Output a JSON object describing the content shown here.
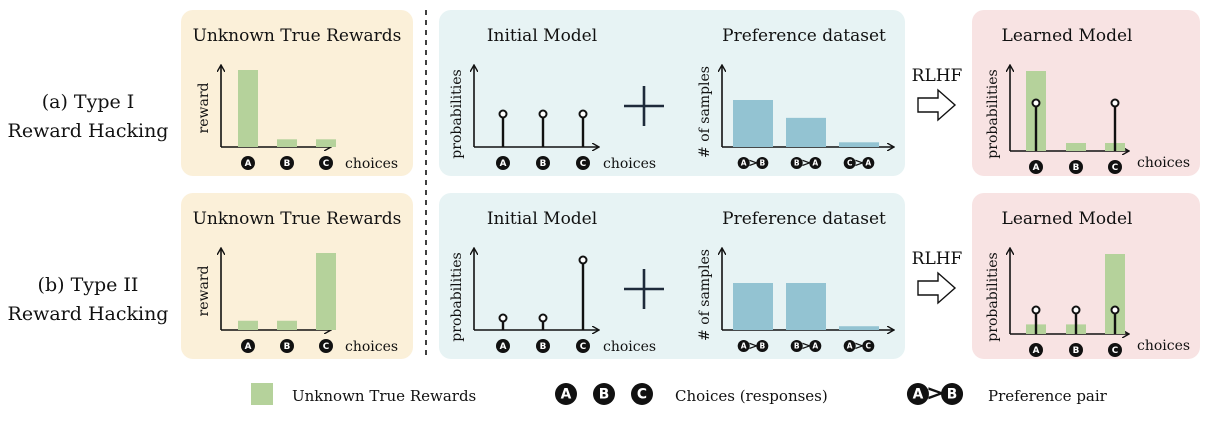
{
  "colors": {
    "panel_yellow": "#fbf0d9",
    "panel_blue": "#e7f3f4",
    "panel_pink": "#f8e3e3",
    "reward_bar": "#b5d29b",
    "pref_bar": "#93c3d2",
    "ink": "#111111"
  },
  "rows": [
    {
      "label_line1": "(a) Type I",
      "label_line2": "Reward Hacking",
      "true_rewards": {
        "title": "Unknown True Rewards",
        "ylabel": "reward",
        "xlabel": "choices",
        "choices": [
          "A",
          "B",
          "C"
        ],
        "values": [
          1.0,
          0.1,
          0.1
        ]
      },
      "initial_model": {
        "title": "Initial Model",
        "ylabel": "probabilities",
        "xlabel": "choices",
        "choices": [
          "A",
          "B",
          "C"
        ],
        "probs": [
          0.33,
          0.33,
          0.33
        ]
      },
      "preference": {
        "title": "Preference dataset",
        "ylabel": "# of samples",
        "pairs": [
          [
            "A",
            "B"
          ],
          [
            "B",
            "A"
          ],
          [
            "C",
            "A"
          ]
        ],
        "counts": [
          1.0,
          0.62,
          0.1
        ]
      },
      "rlhf_label": "RLHF",
      "learned_model": {
        "title": "Learned Model",
        "ylabel": "probabilities",
        "xlabel": "choices",
        "choices": [
          "A",
          "B",
          "C"
        ],
        "rewards": [
          1.0,
          0.1,
          0.1
        ],
        "probs": [
          0.6,
          0.0,
          0.6
        ]
      }
    },
    {
      "label_line1": "(b) Type II",
      "label_line2": "Reward Hacking",
      "true_rewards": {
        "title": "Unknown True Rewards",
        "ylabel": "reward",
        "xlabel": "choices",
        "choices": [
          "A",
          "B",
          "C"
        ],
        "values": [
          0.12,
          0.12,
          1.0
        ]
      },
      "initial_model": {
        "title": "Initial Model",
        "ylabel": "probabilities",
        "xlabel": "choices",
        "choices": [
          "A",
          "B",
          "C"
        ],
        "probs": [
          0.12,
          0.12,
          0.7
        ]
      },
      "preference": {
        "title": "Preference dataset",
        "ylabel": "# of samples",
        "pairs": [
          [
            "A",
            "B"
          ],
          [
            "B",
            "A"
          ],
          [
            "A",
            "C"
          ]
        ],
        "counts": [
          1.0,
          1.0,
          0.08
        ]
      },
      "rlhf_label": "RLHF",
      "learned_model": {
        "title": "Learned Model",
        "ylabel": "probabilities",
        "xlabel": "choices",
        "choices": [
          "A",
          "B",
          "C"
        ],
        "rewards": [
          0.12,
          0.12,
          1.0
        ],
        "probs": [
          0.3,
          0.3,
          0.3
        ]
      }
    }
  ],
  "legend": {
    "true_rewards_label": "Unknown True Rewards",
    "choices_badges": [
      "A",
      "B",
      "C"
    ],
    "choices_label": "Choices (responses)",
    "pair_badges": [
      "A",
      "B"
    ],
    "pair_label": "Preference pair"
  }
}
